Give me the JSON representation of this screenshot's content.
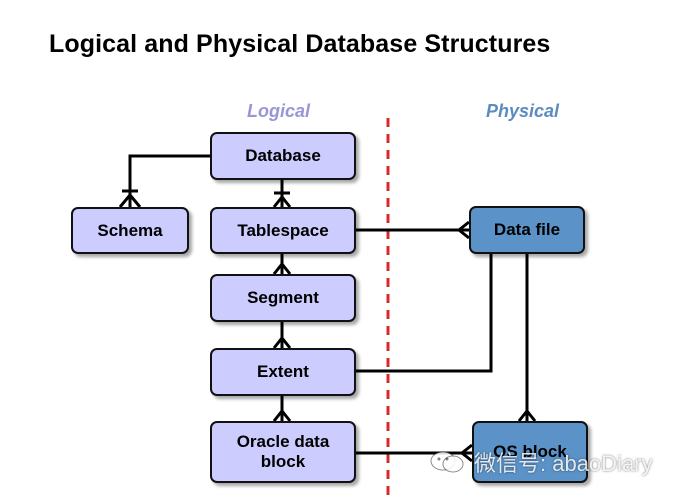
{
  "title": "Logical and Physical Database Structures",
  "labels": {
    "logical": "Logical",
    "physical": "Physical"
  },
  "nodes": {
    "database": "Database",
    "schema": "Schema",
    "tablespace": "Tablespace",
    "segment": "Segment",
    "extent": "Extent",
    "oracle_data_block": "Oracle data block",
    "data_file": "Data file",
    "os_block": "OS block"
  },
  "watermark": {
    "text": "微信号: abaoDiary",
    "icon": "wechat-icon"
  },
  "colors": {
    "logical_fill": "#ccccff",
    "physical_fill": "#5b93c9",
    "divider": "#d62b2b"
  }
}
